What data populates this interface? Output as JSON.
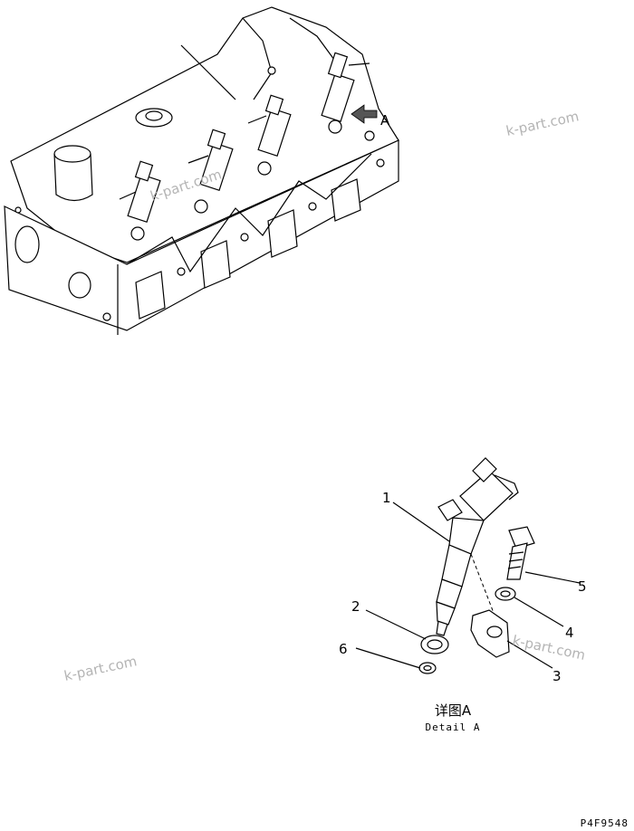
{
  "view_marker": "A",
  "callouts": [
    {
      "id": "1",
      "text": "1"
    },
    {
      "id": "2",
      "text": "2"
    },
    {
      "id": "3",
      "text": "3"
    },
    {
      "id": "4",
      "text": "4"
    },
    {
      "id": "5",
      "text": "5"
    },
    {
      "id": "6",
      "text": "6"
    }
  ],
  "detail_title_cn": "详图A",
  "detail_title_en": "Detail A",
  "drawing_number": "P4F9548",
  "watermark": "k-part.com",
  "colors": {
    "line": "#000000",
    "watermark": "#b4b4b4",
    "arrow_fill": "#555555"
  }
}
